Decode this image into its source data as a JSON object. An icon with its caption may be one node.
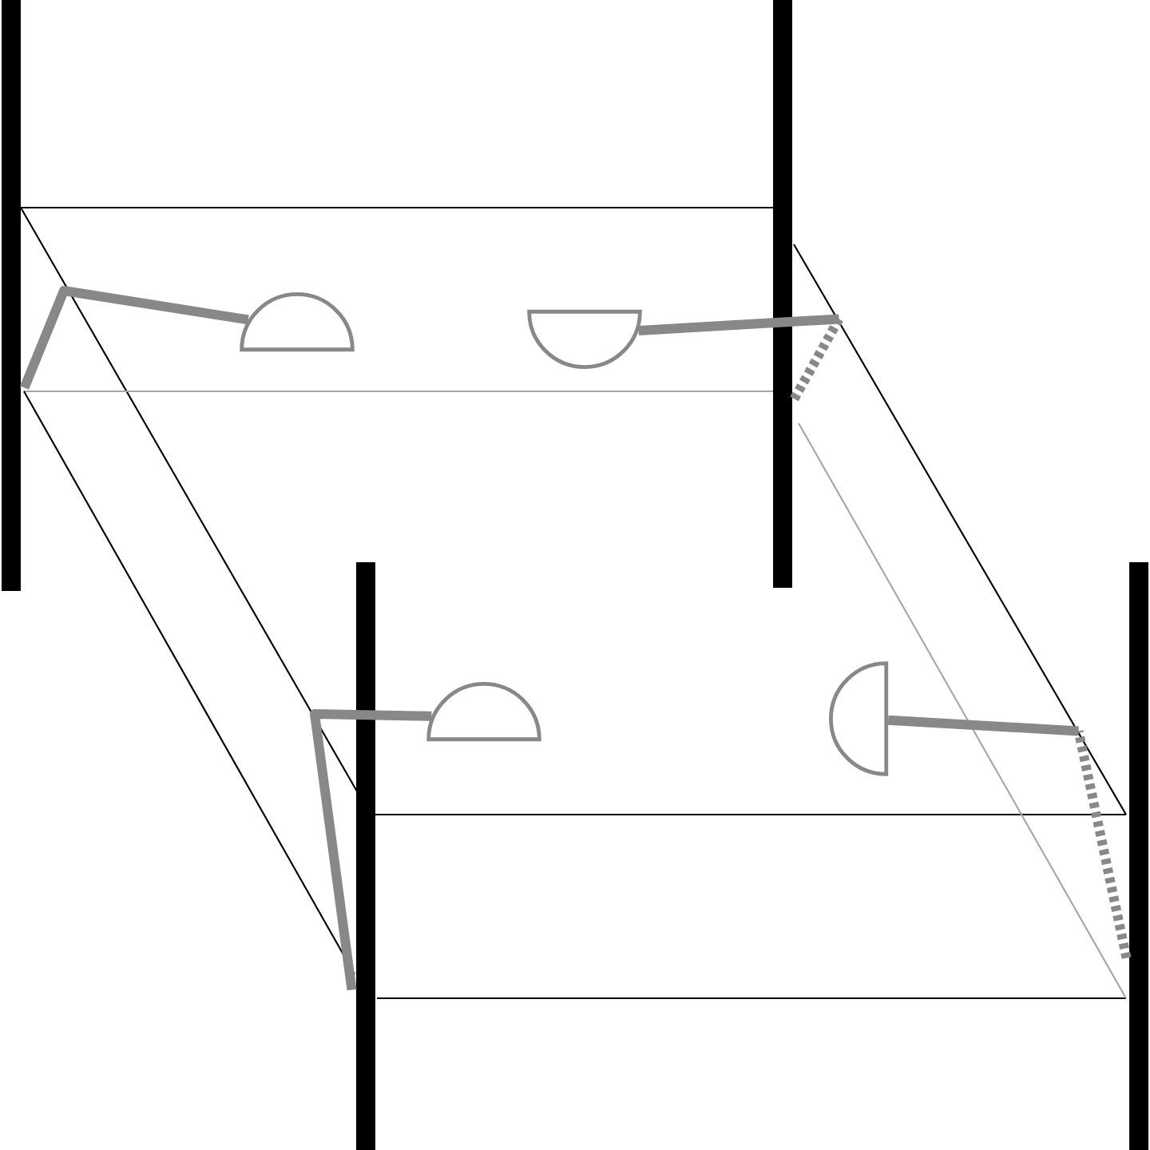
{
  "diagram": {
    "nodes": [
      {
        "text": [],
        "shape": "bar"
      },
      {
        "text": [],
        "shape": "bar"
      },
      {
        "text": [],
        "shape": "bar"
      },
      {
        "text": [],
        "shape": "bar"
      },
      {
        "text": [],
        "shape": "semicircle"
      },
      {
        "text": [],
        "shape": "semicircle"
      },
      {
        "text": [],
        "shape": "semicircle"
      },
      {
        "text": [],
        "shape": "semicircle"
      }
    ],
    "edges": [
      {
        "from": 0,
        "to": 4,
        "arrow": "none"
      },
      {
        "from": 1,
        "to": 5,
        "arrow": "none"
      },
      {
        "from": 2,
        "to": 6,
        "arrow": "none"
      },
      {
        "from": 3,
        "to": 7,
        "arrow": "none"
      }
    ]
  }
}
